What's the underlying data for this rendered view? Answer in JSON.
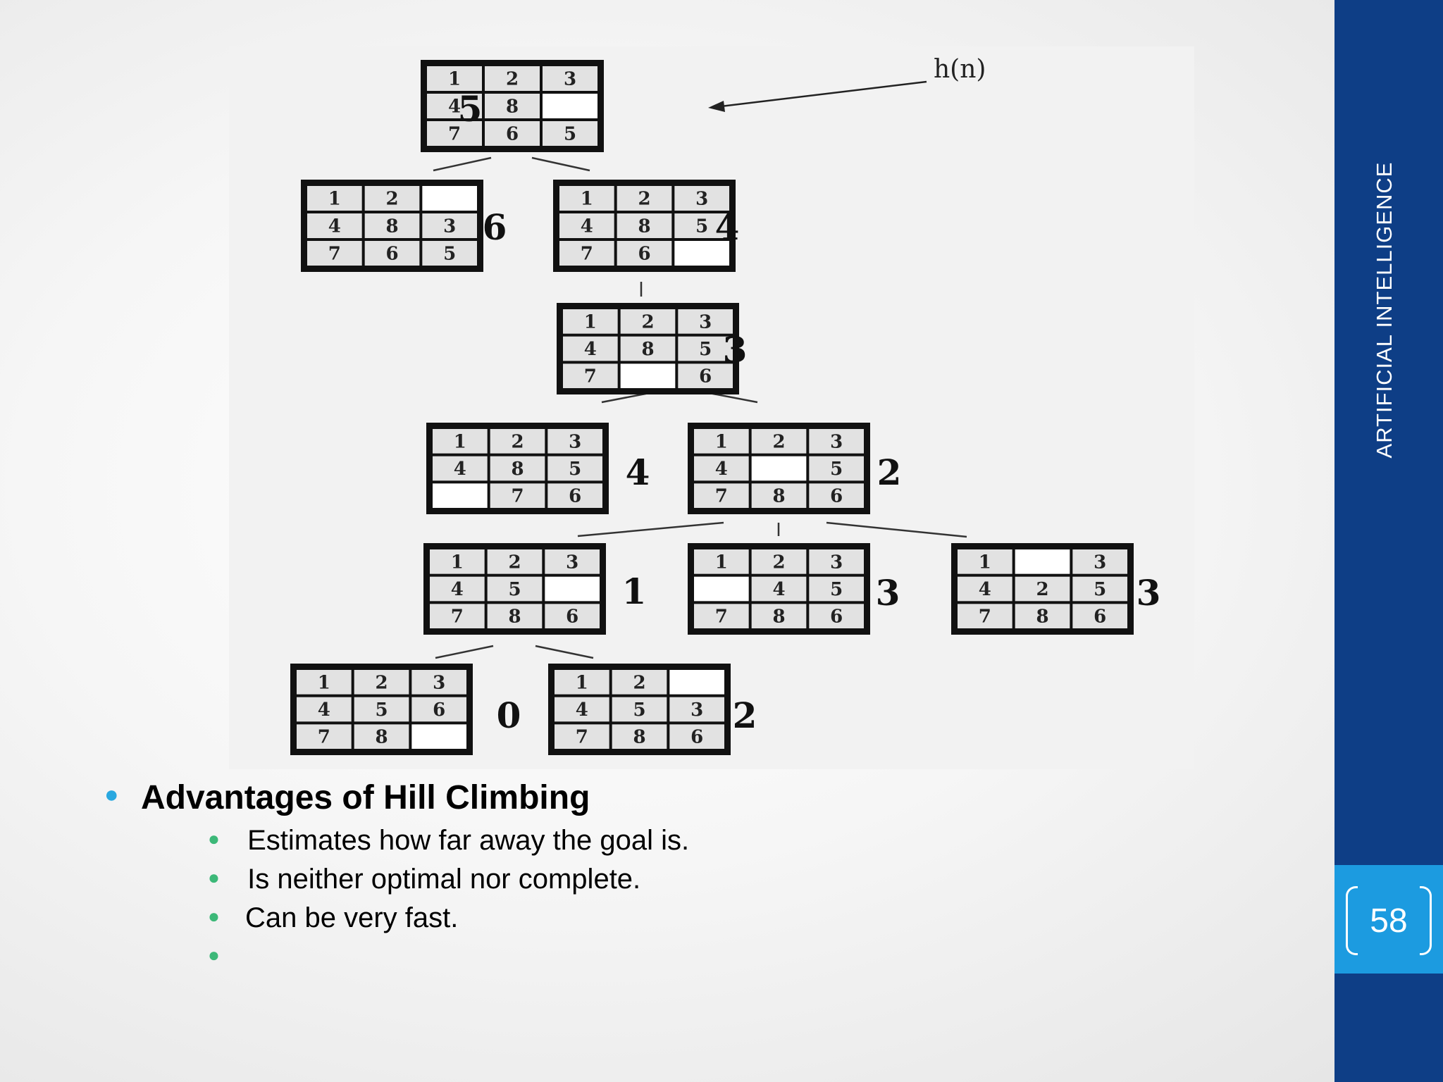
{
  "sidebar": {
    "title": "ARTIFICIAL INTELLIGENCE",
    "page_number": "58"
  },
  "diagram": {
    "hn_label": "h(n)",
    "nodes": [
      {
        "id": "root",
        "grid": [
          [
            "1",
            "2",
            "3"
          ],
          [
            "4",
            "8",
            ""
          ],
          [
            "7",
            "6",
            "5"
          ]
        ],
        "h": "5"
      },
      {
        "id": "l1a",
        "grid": [
          [
            "1",
            "2",
            ""
          ],
          [
            "4",
            "8",
            "3"
          ],
          [
            "7",
            "6",
            "5"
          ]
        ],
        "h": "6"
      },
      {
        "id": "l1b",
        "grid": [
          [
            "1",
            "2",
            "3"
          ],
          [
            "4",
            "8",
            "5"
          ],
          [
            "7",
            "6",
            ""
          ]
        ],
        "h": "4"
      },
      {
        "id": "l2",
        "grid": [
          [
            "1",
            "2",
            "3"
          ],
          [
            "4",
            "8",
            "5"
          ],
          [
            "7",
            "",
            "6"
          ]
        ],
        "h": "3"
      },
      {
        "id": "l3a",
        "grid": [
          [
            "1",
            "2",
            "3"
          ],
          [
            "4",
            "8",
            "5"
          ],
          [
            "",
            "7",
            "6"
          ]
        ],
        "h": "4"
      },
      {
        "id": "l3b",
        "grid": [
          [
            "1",
            "2",
            "3"
          ],
          [
            "4",
            "",
            "5"
          ],
          [
            "7",
            "8",
            "6"
          ]
        ],
        "h": "2"
      },
      {
        "id": "l4a",
        "grid": [
          [
            "1",
            "2",
            "3"
          ],
          [
            "4",
            "5",
            ""
          ],
          [
            "7",
            "8",
            "6"
          ]
        ],
        "h": "1"
      },
      {
        "id": "l4b",
        "grid": [
          [
            "1",
            "2",
            "3"
          ],
          [
            "",
            "4",
            "5"
          ],
          [
            "7",
            "8",
            "6"
          ]
        ],
        "h": "3"
      },
      {
        "id": "l4c",
        "grid": [
          [
            "1",
            "",
            "3"
          ],
          [
            "4",
            "2",
            "5"
          ],
          [
            "7",
            "8",
            "6"
          ]
        ],
        "h": "3"
      },
      {
        "id": "l5a",
        "grid": [
          [
            "1",
            "2",
            "3"
          ],
          [
            "4",
            "5",
            "6"
          ],
          [
            "7",
            "8",
            ""
          ]
        ],
        "h": "0"
      },
      {
        "id": "l5b",
        "grid": [
          [
            "1",
            "2",
            ""
          ],
          [
            "4",
            "5",
            "3"
          ],
          [
            "7",
            "8",
            "6"
          ]
        ],
        "h": "2"
      }
    ]
  },
  "content": {
    "heading": "Advantages of Hill Climbing",
    "items": [
      " Estimates how far away the goal is.",
      " Is neither optimal nor complete.",
      "Can be very fast.",
      ""
    ]
  }
}
